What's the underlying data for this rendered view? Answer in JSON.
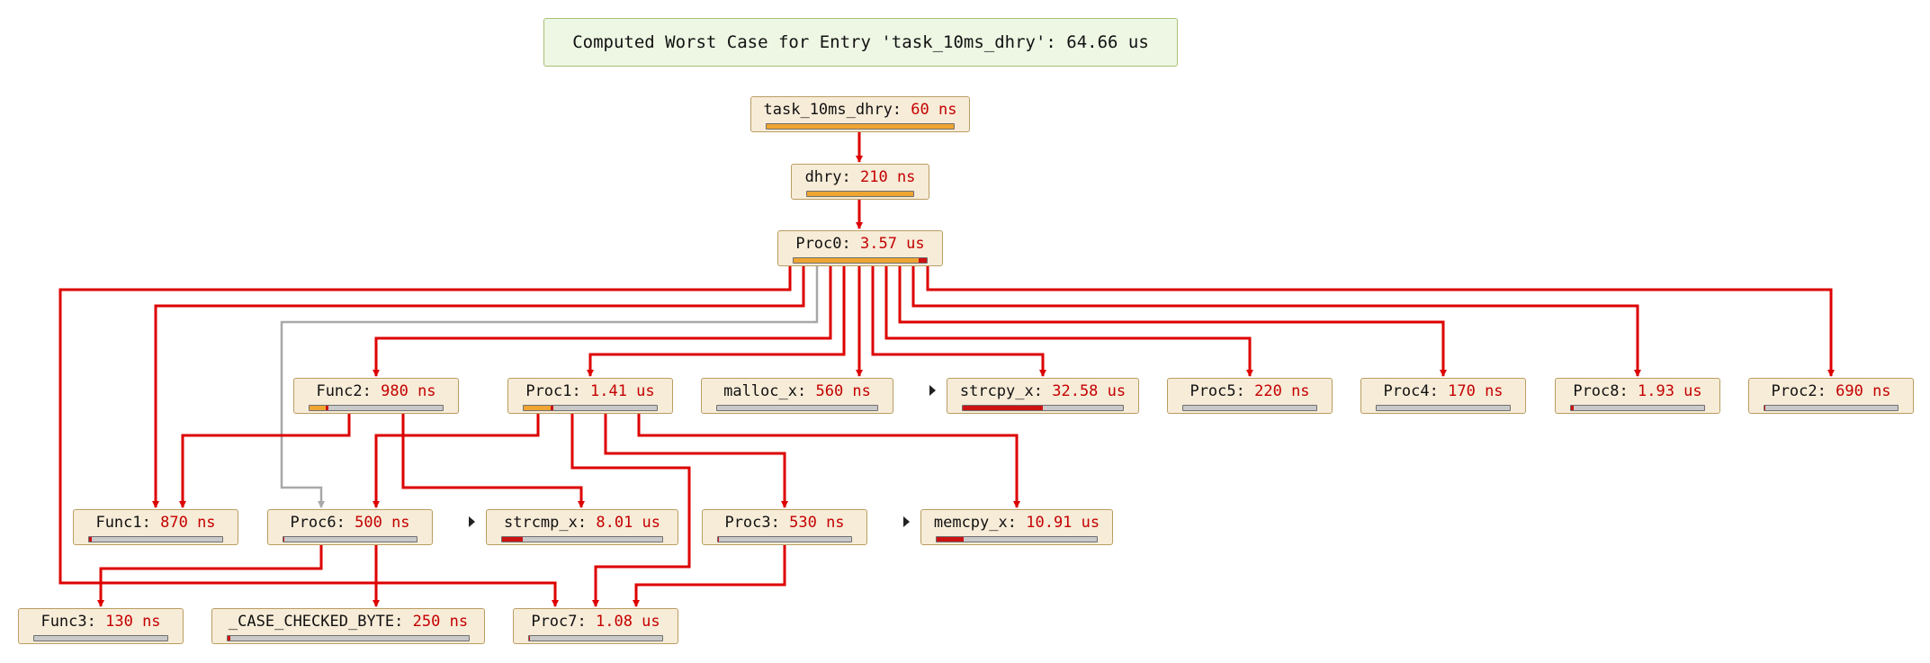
{
  "header": {
    "summary_prefix": "Computed Worst Case for Entry 'task_10ms_dhry': ",
    "summary_value": "64.66 us"
  },
  "colors": {
    "call_edge": "#dd0000",
    "indirect_edge": "#a8a8a8",
    "bar_total": "#efa532",
    "bar_self": "#cc1212",
    "bar_empty": "#c9c9c9",
    "node_value": "#c40000"
  },
  "nodes": [
    {
      "id": "task_10ms_dhry",
      "label": "task_10ms_dhry:",
      "value": "60 ns",
      "bar_total": 1.0,
      "bar_self": 0.0,
      "expander": false
    },
    {
      "id": "dhry",
      "label": "dhry:",
      "value": "210 ns",
      "bar_total": 1.0,
      "bar_self": 0.0,
      "expander": false
    },
    {
      "id": "Proc0",
      "label": "Proc0:",
      "value": "3.57 us",
      "bar_total": 1.0,
      "bar_self": 0.06,
      "expander": false
    },
    {
      "id": "Func2",
      "label": "Func2:",
      "value": "980 ns",
      "bar_total": 0.14,
      "bar_self": 0.02,
      "expander": false
    },
    {
      "id": "Proc1",
      "label": "Proc1:",
      "value": "1.41 us",
      "bar_total": 0.22,
      "bar_self": 0.02,
      "expander": false
    },
    {
      "id": "malloc_x",
      "label": "malloc_x:",
      "value": "560 ns",
      "bar_total": 0.0,
      "bar_self": 0.0,
      "expander": false
    },
    {
      "id": "strcpy_x",
      "label": "strcpy_x:",
      "value": "32.58 us",
      "bar_total": 0.5,
      "bar_self": 0.5,
      "expander": true
    },
    {
      "id": "Proc5",
      "label": "Proc5:",
      "value": "220 ns",
      "bar_total": 0.0,
      "bar_self": 0.0,
      "expander": false
    },
    {
      "id": "Proc4",
      "label": "Proc4:",
      "value": "170 ns",
      "bar_total": 0.0,
      "bar_self": 0.0,
      "expander": false
    },
    {
      "id": "Proc8",
      "label": "Proc8:",
      "value": "1.93 us",
      "bar_total": 0.02,
      "bar_self": 0.02,
      "expander": false
    },
    {
      "id": "Proc2",
      "label": "Proc2:",
      "value": "690 ns",
      "bar_total": 0.01,
      "bar_self": 0.01,
      "expander": false
    },
    {
      "id": "Func1",
      "label": "Func1:",
      "value": "870 ns",
      "bar_total": 0.02,
      "bar_self": 0.02,
      "expander": false
    },
    {
      "id": "Proc6",
      "label": "Proc6:",
      "value": "500 ns",
      "bar_total": 0.01,
      "bar_self": 0.01,
      "expander": false
    },
    {
      "id": "strcmp_x",
      "label": "strcmp_x:",
      "value": "8.01 us",
      "bar_total": 0.13,
      "bar_self": 0.13,
      "expander": true
    },
    {
      "id": "Proc3",
      "label": "Proc3:",
      "value": "530 ns",
      "bar_total": 0.01,
      "bar_self": 0.01,
      "expander": false
    },
    {
      "id": "memcpy_x",
      "label": "memcpy_x:",
      "value": "10.91 us",
      "bar_total": 0.17,
      "bar_self": 0.17,
      "expander": true
    },
    {
      "id": "Func3",
      "label": "Func3:",
      "value": "130 ns",
      "bar_total": 0.0,
      "bar_self": 0.0,
      "expander": false
    },
    {
      "id": "CASE_CHECKED_BYTE",
      "label": "_CASE_CHECKED_BYTE:",
      "value": "250 ns",
      "bar_total": 0.01,
      "bar_self": 0.01,
      "expander": false
    },
    {
      "id": "Proc7",
      "label": "Proc7:",
      "value": "1.08 us",
      "bar_total": 0.01,
      "bar_self": 0.01,
      "expander": false
    }
  ],
  "edges": [
    {
      "from": "task_10ms_dhry",
      "to": "dhry",
      "kind": "call"
    },
    {
      "from": "dhry",
      "to": "Proc0",
      "kind": "call"
    },
    {
      "from": "Proc0",
      "to": "Proc7",
      "kind": "call"
    },
    {
      "from": "Proc0",
      "to": "Func1",
      "kind": "call"
    },
    {
      "from": "Proc0",
      "to": "Proc6",
      "kind": "indirect"
    },
    {
      "from": "Proc0",
      "to": "Func2",
      "kind": "call"
    },
    {
      "from": "Proc0",
      "to": "Proc1",
      "kind": "call"
    },
    {
      "from": "Proc0",
      "to": "malloc_x",
      "kind": "call"
    },
    {
      "from": "Proc0",
      "to": "strcpy_x",
      "kind": "call"
    },
    {
      "from": "Proc0",
      "to": "Proc5",
      "kind": "call"
    },
    {
      "from": "Proc0",
      "to": "Proc4",
      "kind": "call"
    },
    {
      "from": "Proc0",
      "to": "Proc8",
      "kind": "call"
    },
    {
      "from": "Proc0",
      "to": "Proc2",
      "kind": "call"
    },
    {
      "from": "Func2",
      "to": "Func1",
      "kind": "call"
    },
    {
      "from": "Func2",
      "to": "strcmp_x",
      "kind": "call"
    },
    {
      "from": "Proc1",
      "to": "Proc6",
      "kind": "call"
    },
    {
      "from": "Proc1",
      "to": "Proc7",
      "kind": "call"
    },
    {
      "from": "Proc1",
      "to": "Proc3",
      "kind": "call"
    },
    {
      "from": "Proc1",
      "to": "memcpy_x",
      "kind": "call"
    },
    {
      "from": "Proc6",
      "to": "Func3",
      "kind": "call"
    },
    {
      "from": "Proc6",
      "to": "CASE_CHECKED_BYTE",
      "kind": "call"
    },
    {
      "from": "Proc3",
      "to": "Proc7",
      "kind": "call"
    }
  ]
}
